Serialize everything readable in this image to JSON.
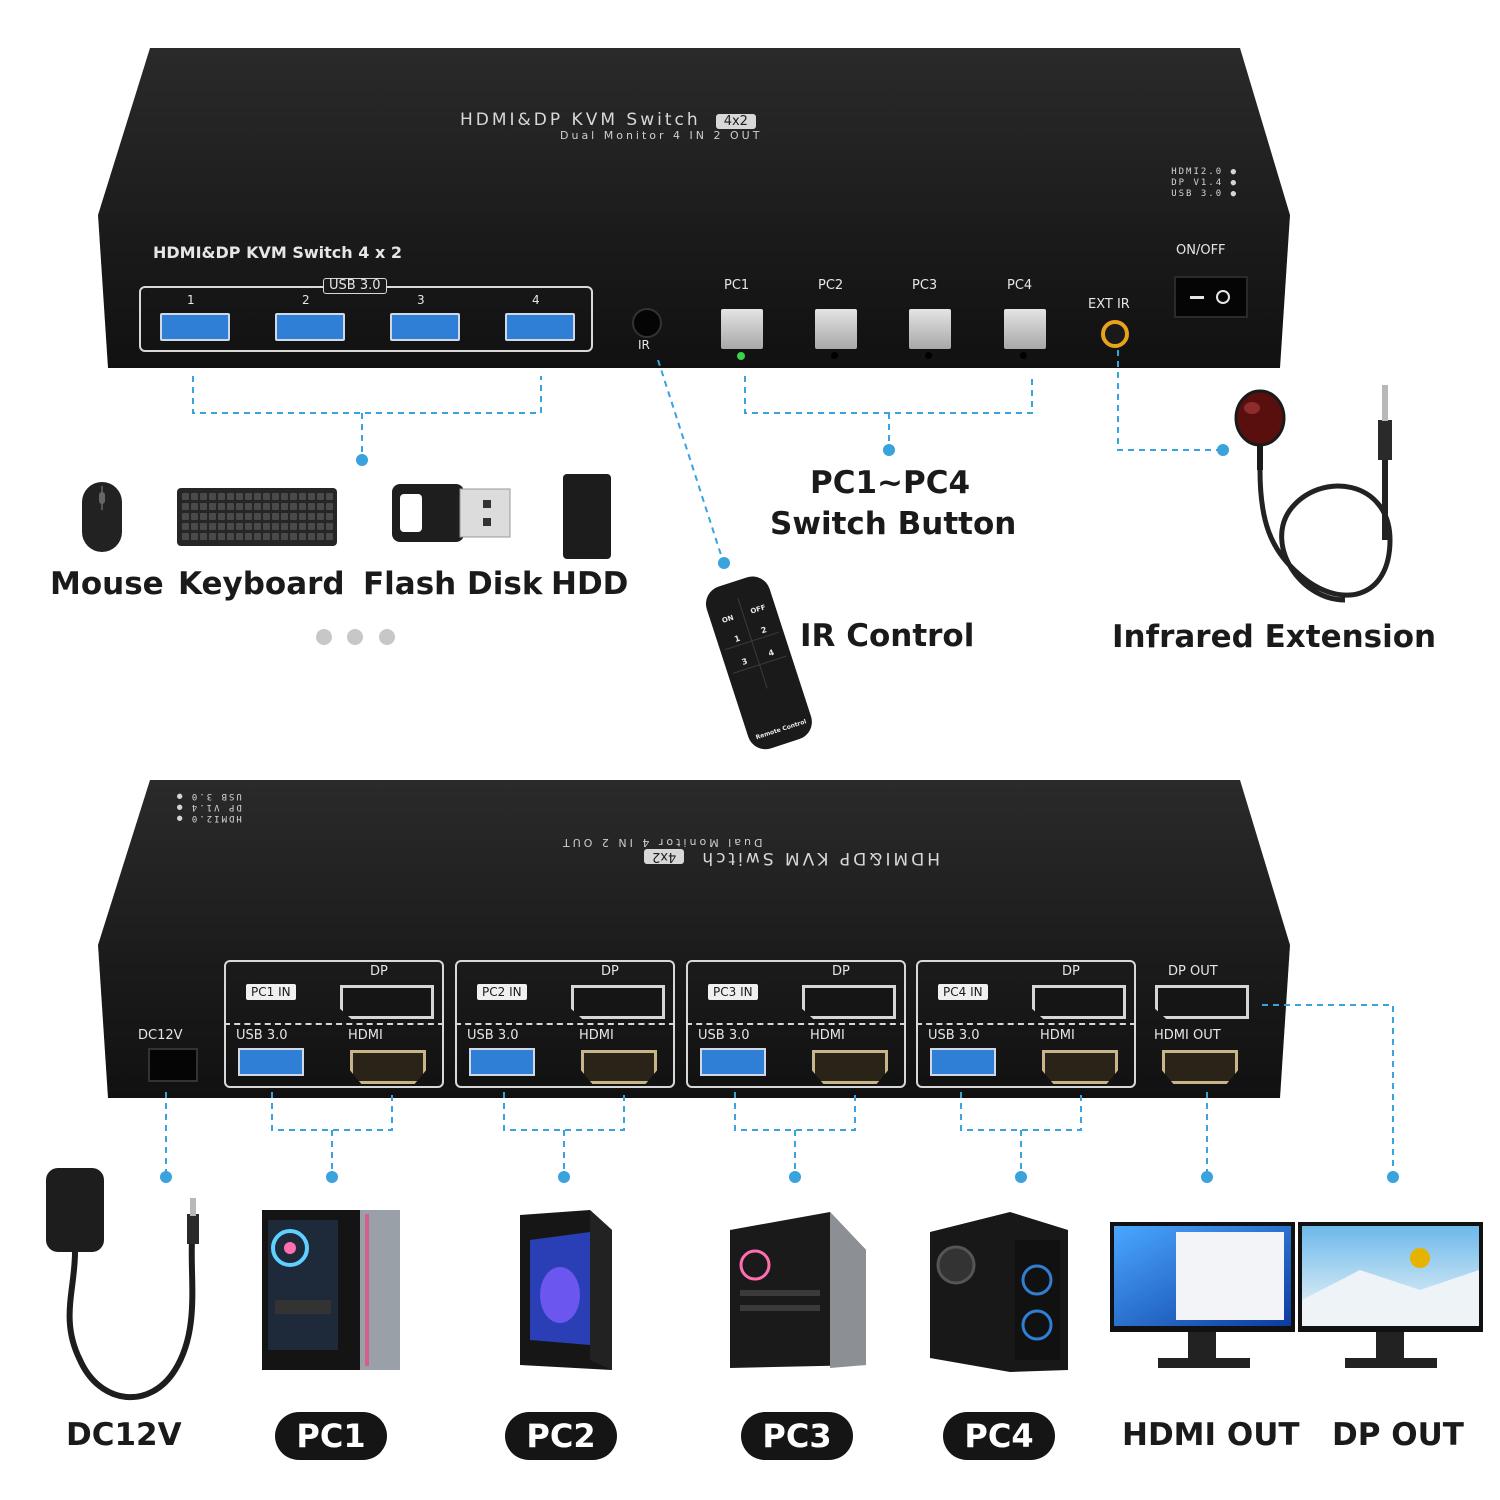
{
  "front": {
    "top_title": "HDMI&DP KVM Switch",
    "top_badge": "4x2",
    "top_subtitle": "Dual Monitor 4 IN 2 OUT",
    "specs": [
      "HDMI2.0",
      "DP V1.4",
      "USB 3.0"
    ],
    "face_title": "HDMI&DP KVM Switch 4 x 2",
    "usb_label": "USB 3.0",
    "usb_ports": [
      "1",
      "2",
      "3",
      "4"
    ],
    "ir_label": "IR",
    "buttons": [
      "PC1",
      "PC2",
      "PC3",
      "PC4"
    ],
    "ext_ir_label": "EXT IR",
    "power_label": "ON/OFF"
  },
  "callouts": {
    "usb_devices": [
      "Mouse",
      "Keyboard",
      "Flash Disk",
      "HDD"
    ],
    "switch_button_line1": "PC1~PC4",
    "switch_button_line2": "Switch Button",
    "ir_control": "IR Control",
    "infrared_extension": "Infrared Extension",
    "remote_labels": [
      "ON",
      "OFF",
      "1",
      "2",
      "3",
      "4",
      "Remote Control"
    ]
  },
  "rear": {
    "top_title": "HDMI&DP KVM Switch",
    "top_badge": "4x2",
    "top_subtitle": "Dual Monitor 4 IN 2 OUT",
    "specs": [
      "HDMI2.0",
      "DP V1.4",
      "USB 3.0"
    ],
    "dc_label": "DC12V",
    "groups": [
      {
        "in_label": "PC1 IN",
        "dp": "DP",
        "usb": "USB 3.0",
        "hdmi": "HDMI"
      },
      {
        "in_label": "PC2 IN",
        "dp": "DP",
        "usb": "USB 3.0",
        "hdmi": "HDMI"
      },
      {
        "in_label": "PC3 IN",
        "dp": "DP",
        "usb": "USB 3.0",
        "hdmi": "HDMI"
      },
      {
        "in_label": "PC4 IN",
        "dp": "DP",
        "usb": "USB 3.0",
        "hdmi": "HDMI"
      }
    ],
    "dp_out": "DP OUT",
    "hdmi_out": "HDMI OUT"
  },
  "bottom_labels": {
    "dc": "DC12V",
    "pcs": [
      "PC1",
      "PC2",
      "PC3",
      "PC4"
    ],
    "hdmi_out": "HDMI OUT",
    "dp_out": "DP OUT"
  },
  "colors": {
    "accent_dash": "#3aa2dc",
    "device_body": "#1b1b1b",
    "usb_blue": "#2f7fd6",
    "ir_port_orange": "#e8a21c",
    "led_green": "#39d44a"
  }
}
